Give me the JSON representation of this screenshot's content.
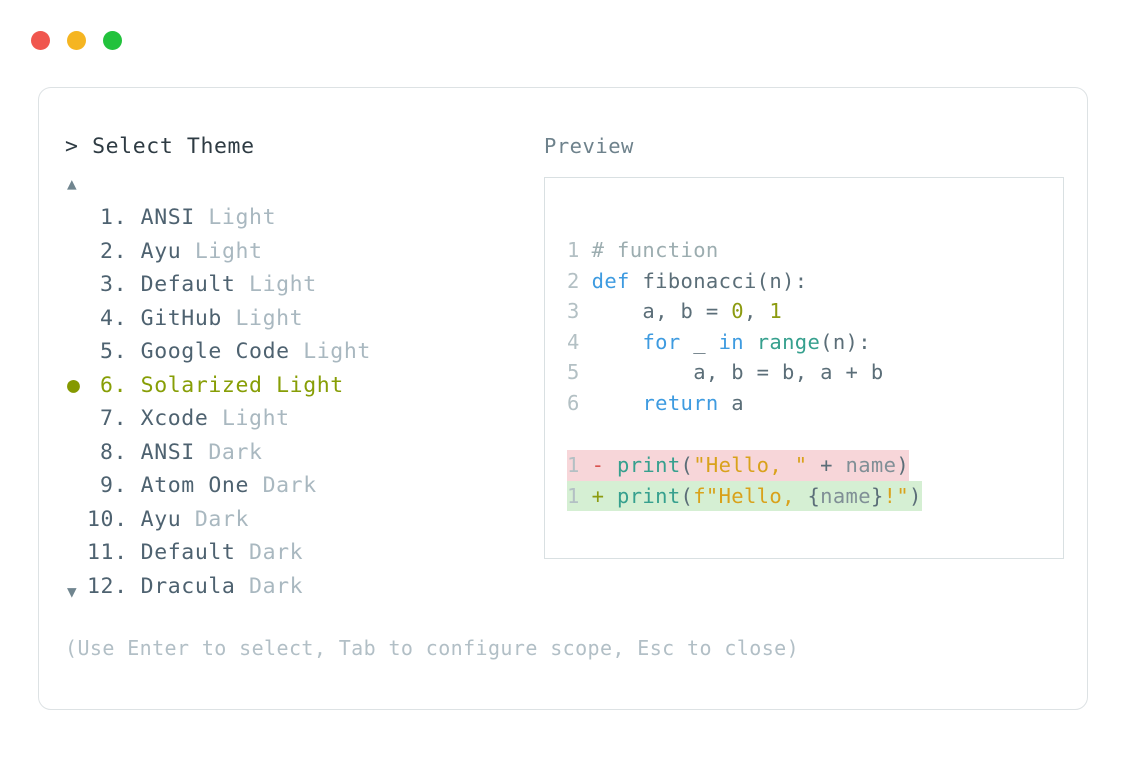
{
  "window": {
    "dots": [
      {
        "name": "close",
        "color": "#F0564E"
      },
      {
        "name": "minimize",
        "color": "#F5B521"
      },
      {
        "name": "maximize",
        "color": "#22C23C"
      }
    ]
  },
  "prompt": {
    "caret": ">",
    "title": "Select Theme"
  },
  "scroll": {
    "up_glyph": "▲",
    "down_glyph": "▼"
  },
  "themes": {
    "selected_index": 6,
    "selected_color": "#879E06",
    "bullet_glyph": "●",
    "items": [
      {
        "index": "1.",
        "name": "ANSI",
        "variant": "Light"
      },
      {
        "index": "2.",
        "name": "Ayu",
        "variant": "Light"
      },
      {
        "index": "3.",
        "name": "Default",
        "variant": "Light"
      },
      {
        "index": "4.",
        "name": "GitHub",
        "variant": "Light"
      },
      {
        "index": "5.",
        "name": "Google Code",
        "variant": "Light"
      },
      {
        "index": "6.",
        "name": "Solarized",
        "variant": "Light"
      },
      {
        "index": "7.",
        "name": "Xcode",
        "variant": "Light"
      },
      {
        "index": "8.",
        "name": "ANSI",
        "variant": "Dark"
      },
      {
        "index": "9.",
        "name": "Atom One",
        "variant": "Dark"
      },
      {
        "index": "10.",
        "name": "Ayu",
        "variant": "Dark"
      },
      {
        "index": "11.",
        "name": "Default",
        "variant": "Dark"
      },
      {
        "index": "12.",
        "name": "Dracula",
        "variant": "Dark"
      }
    ]
  },
  "hint": {
    "text": "(Use Enter to select, Tab to configure scope, Esc to close)"
  },
  "preview": {
    "label": "Preview",
    "code_lines": [
      {
        "number": "1",
        "tokens": [
          {
            "text": "# function",
            "cls": "t-comment"
          }
        ]
      },
      {
        "number": "2",
        "tokens": [
          {
            "text": "def ",
            "cls": "t-kw"
          },
          {
            "text": "fibonacci",
            "cls": "t-fn"
          },
          {
            "text": "(n):",
            "cls": "t-punct"
          }
        ]
      },
      {
        "number": "3",
        "tokens": [
          {
            "text": "    a, b = ",
            "cls": "t-plain"
          },
          {
            "text": "0",
            "cls": "t-num"
          },
          {
            "text": ", ",
            "cls": "t-plain"
          },
          {
            "text": "1",
            "cls": "t-num"
          }
        ]
      },
      {
        "number": "4",
        "tokens": [
          {
            "text": "    ",
            "cls": "t-plain"
          },
          {
            "text": "for",
            "cls": "t-kw"
          },
          {
            "text": " _ ",
            "cls": "t-plain"
          },
          {
            "text": "in",
            "cls": "t-kw"
          },
          {
            "text": " ",
            "cls": "t-plain"
          },
          {
            "text": "range",
            "cls": "t-builtin"
          },
          {
            "text": "(n):",
            "cls": "t-punct"
          }
        ]
      },
      {
        "number": "5",
        "tokens": [
          {
            "text": "        a, b = b, a + b",
            "cls": "t-plain"
          }
        ]
      },
      {
        "number": "6",
        "tokens": [
          {
            "text": "    ",
            "cls": "t-plain"
          },
          {
            "text": "return",
            "cls": "t-kw"
          },
          {
            "text": " a",
            "cls": "t-plain"
          }
        ]
      }
    ],
    "diff_lines": [
      {
        "number": "1",
        "kind": "del",
        "sign": "-",
        "tokens": [
          {
            "text": "print",
            "cls": "t-builtin"
          },
          {
            "text": "(",
            "cls": "t-punct"
          },
          {
            "text": "\"Hello, \"",
            "cls": "t-str"
          },
          {
            "text": " + ",
            "cls": "t-plain"
          },
          {
            "text": "name",
            "cls": "t-var"
          },
          {
            "text": ")",
            "cls": "t-punct"
          }
        ]
      },
      {
        "number": "1",
        "kind": "add",
        "sign": "+",
        "tokens": [
          {
            "text": "print",
            "cls": "t-builtin"
          },
          {
            "text": "(",
            "cls": "t-punct"
          },
          {
            "text": "f\"Hello, ",
            "cls": "t-str"
          },
          {
            "text": "{",
            "cls": "t-punct"
          },
          {
            "text": "name",
            "cls": "t-var"
          },
          {
            "text": "}",
            "cls": "t-punct"
          },
          {
            "text": "!\"",
            "cls": "t-str"
          },
          {
            "text": ")",
            "cls": "t-punct"
          }
        ]
      }
    ]
  }
}
